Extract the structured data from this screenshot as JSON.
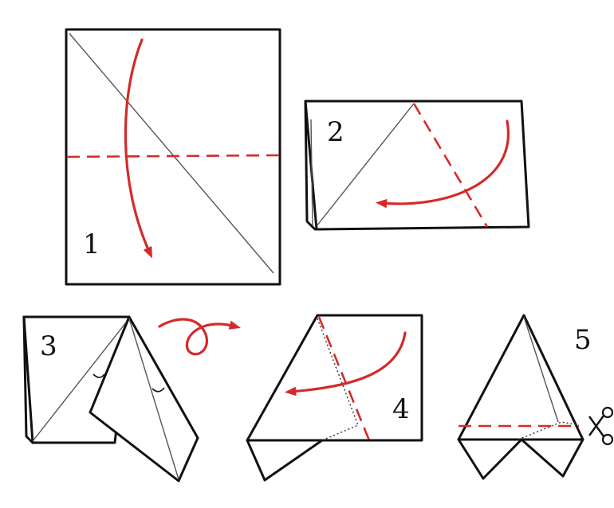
{
  "steps": [
    {
      "number": "1"
    },
    {
      "number": "2"
    },
    {
      "number": "3"
    },
    {
      "number": "4"
    },
    {
      "number": "5"
    }
  ],
  "colors": {
    "line": "#111111",
    "fold_line": "#d42a2a",
    "arrow": "#d42a2a"
  },
  "icons": {
    "scissors": "scissors-icon"
  }
}
